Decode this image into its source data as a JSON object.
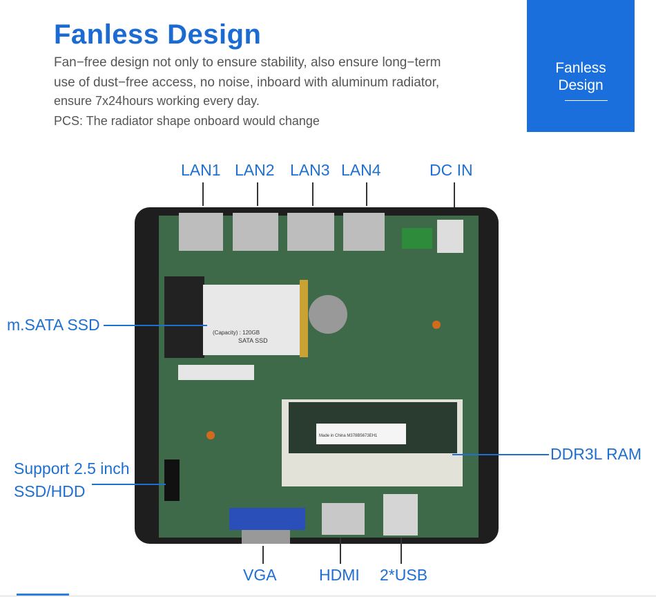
{
  "header": {
    "title": "Fanless Design",
    "description_lines": [
      "Fan−free design not only to ensure stability, also ensure long−term",
      "use of dust−free access, no noise, inboard with aluminum radiator,",
      "ensure 7x24hours working every day.",
      "PCS: The radiator shape onboard would change"
    ]
  },
  "badge": {
    "line1": "Fanless",
    "line2": "Design",
    "color": "#1a6fdd"
  },
  "callouts": {
    "lan1": "LAN1",
    "lan2": "LAN2",
    "lan3": "LAN3",
    "lan4": "LAN4",
    "dc_in": "DC IN",
    "msata": "m.SATA SSD",
    "sata_line1": "Support 2.5 inch",
    "sata_line2": "SSD/HDD",
    "ram": "DDR3L RAM",
    "vga": "VGA",
    "hdmi": "HDMI",
    "usb": "2*USB"
  },
  "board": {
    "ssd_label": "SATA SSD",
    "ssd_capacity": "(Capacity) : 120GB",
    "ram_label": "Made in China M378B5673EH1"
  },
  "colors": {
    "accent": "#1f6fd1",
    "pcb": "#3e6a4a",
    "case": "#1e1e1e"
  }
}
